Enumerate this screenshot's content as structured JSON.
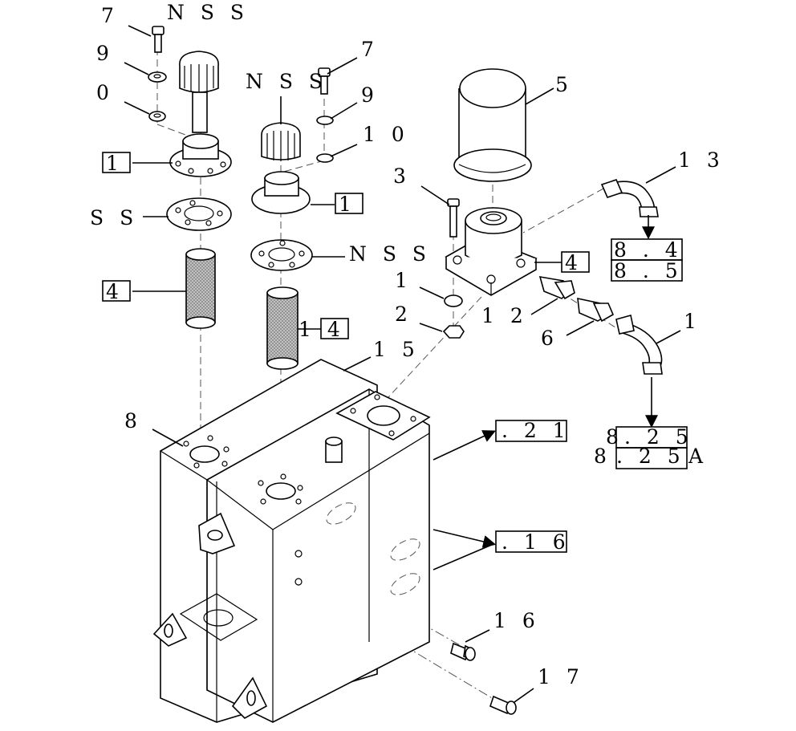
{
  "callouts": {
    "c7a": "7",
    "nssa": "N S S",
    "c9a": "9",
    "c0a": "0",
    "nssb": "N S S",
    "c7b": "7",
    "c9b": "9",
    "c10": "1 0",
    "c5": "5",
    "c13": "1 3",
    "c3": "3",
    "ssa": "S S",
    "nssc": "N S S",
    "c1": "1",
    "c2": "2",
    "c12": "1 2",
    "c6": "6",
    "c1b": "1",
    "c15": "1 5",
    "c8": "8",
    "c16": "1 6",
    "c17": "1 7",
    "c8b": "8",
    "c8c": "8",
    "cA": "A"
  },
  "boxes": {
    "b1a": "1",
    "b1b": "1",
    "b4a": "4",
    "b14": "1 4",
    "b4b": "4",
    "b84": "8 . 4",
    "b85": "8 . 5",
    "b825": ". 2 5",
    "b825a": ". 2 5",
    "b821": ". 2 1",
    "b816": ". 1 6"
  }
}
